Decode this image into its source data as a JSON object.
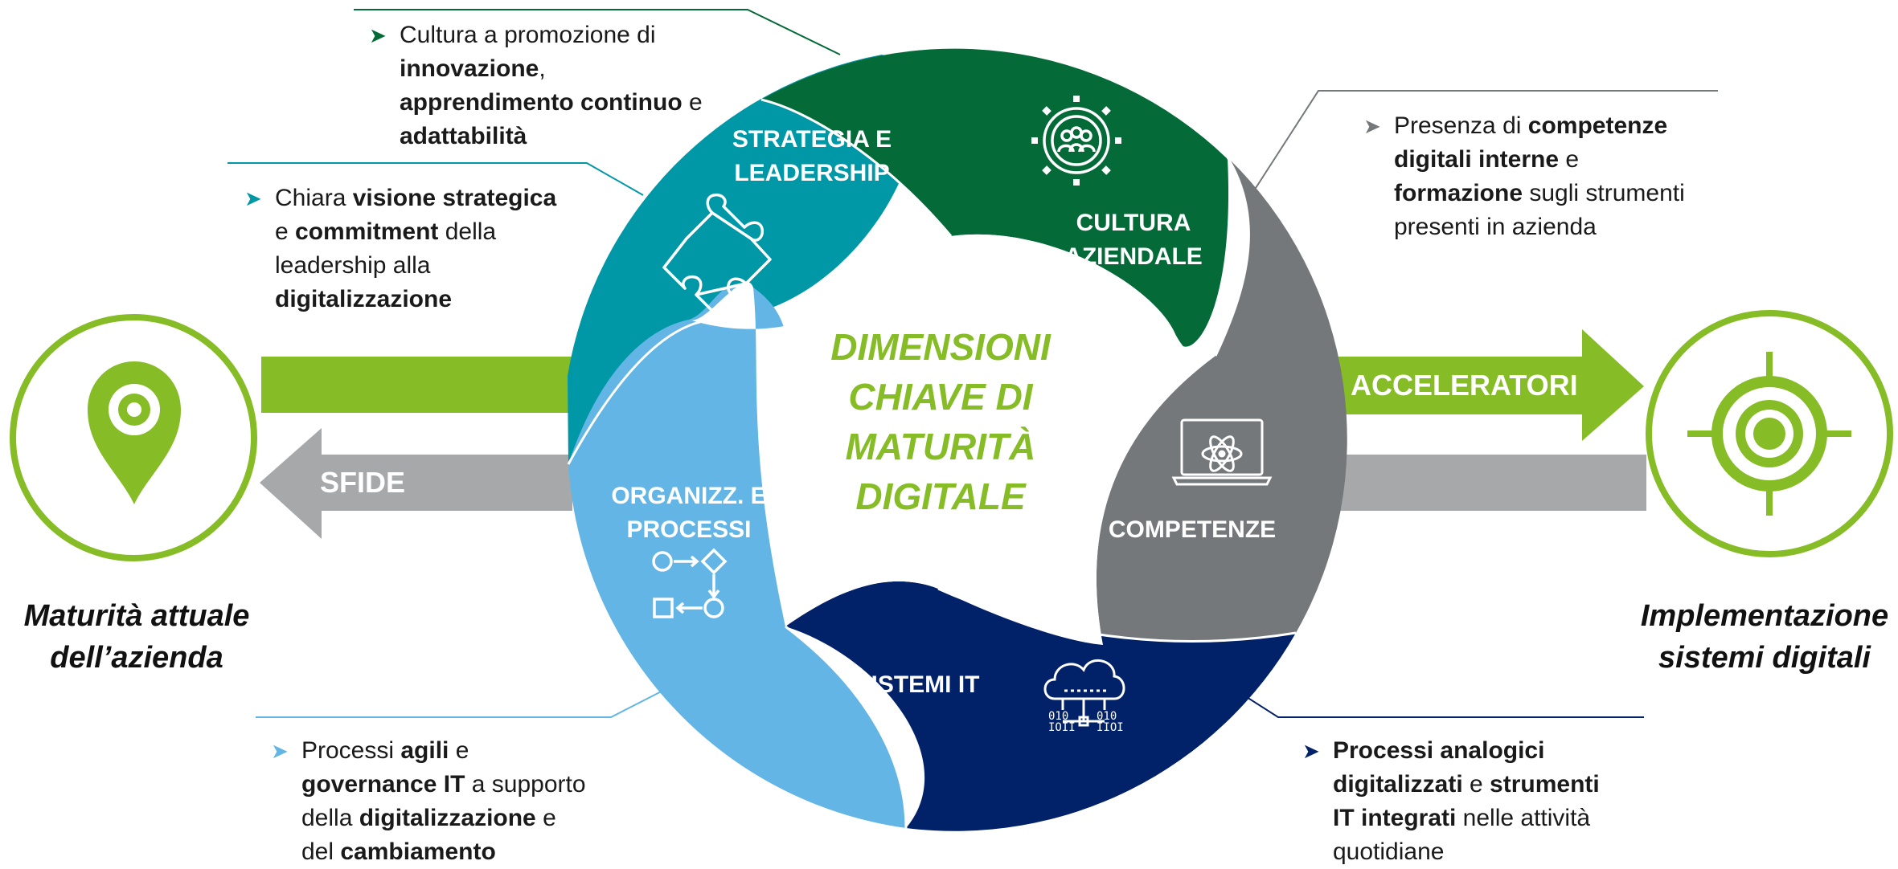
{
  "center": {
    "title_lines": [
      "DIMENSIONI",
      "CHIAVE DI",
      "MATURITÀ",
      "DIGITALE"
    ]
  },
  "segments": {
    "strategia": {
      "label_lines": [
        "STRATEGIA E",
        "LEADERSHIP"
      ],
      "color": "#0097a7",
      "icon": "puzzle-icon"
    },
    "cultura": {
      "label_lines": [
        "CULTURA",
        "AZIENDALE"
      ],
      "color": "#046a38",
      "icon": "team-gear-icon"
    },
    "competenze": {
      "label_lines": [
        "COMPETENZE"
      ],
      "color": "#75787b",
      "icon": "laptop-atom-icon"
    },
    "sistemi": {
      "label_lines": [
        "SISTEMI IT"
      ],
      "color": "#012169",
      "icon": "cloud-network-icon"
    },
    "organizz": {
      "label_lines": [
        "ORGANIZZ. E",
        "PROCESSI"
      ],
      "color": "#62b5e5",
      "icon": "process-flow-icon"
    }
  },
  "notes": {
    "cultura": {
      "bullet_color": "#046a38",
      "parts": [
        [
          "Cultura a promozione di",
          false
        ],
        [
          "\n",
          false
        ],
        [
          "innovazione",
          true
        ],
        [
          ",",
          false
        ],
        [
          "\n",
          false
        ],
        [
          "apprendimento continuo",
          true
        ],
        [
          " e",
          false
        ],
        [
          "\n",
          false
        ],
        [
          "adattabilità",
          true
        ]
      ]
    },
    "strategia": {
      "bullet_color": "#0097a7",
      "parts": [
        [
          "Chiara ",
          false
        ],
        [
          "visione strategica",
          true
        ],
        [
          "\n",
          false
        ],
        [
          "e ",
          false
        ],
        [
          "commitment",
          true
        ],
        [
          " della",
          false
        ],
        [
          "\n",
          false
        ],
        [
          "leadership alla",
          false
        ],
        [
          "\n",
          false
        ],
        [
          "digitalizzazione",
          true
        ]
      ]
    },
    "competenze": {
      "bullet_color": "#75787b",
      "parts": [
        [
          "Presenza di ",
          false
        ],
        [
          "competenze",
          true
        ],
        [
          "\n",
          false
        ],
        [
          "digitali interne",
          true
        ],
        [
          " e",
          false
        ],
        [
          "\n",
          false
        ],
        [
          "formazione",
          true
        ],
        [
          " sugli strumenti",
          false
        ],
        [
          "\n",
          false
        ],
        [
          "presenti in azienda",
          false
        ]
      ]
    },
    "organizz": {
      "bullet_color": "#62b5e5",
      "parts": [
        [
          "Processi ",
          false
        ],
        [
          "agili",
          true
        ],
        [
          " e",
          false
        ],
        [
          "\n",
          false
        ],
        [
          "governance IT",
          true
        ],
        [
          " a supporto",
          false
        ],
        [
          "\n",
          false
        ],
        [
          "della ",
          false
        ],
        [
          "digitalizzazione",
          true
        ],
        [
          " e",
          false
        ],
        [
          "\n",
          false
        ],
        [
          "del ",
          false
        ],
        [
          "cambiamento",
          true
        ]
      ]
    },
    "sistemi": {
      "bullet_color": "#012169",
      "parts": [
        [
          "Processi analogici",
          true
        ],
        [
          "\n",
          false
        ],
        [
          "digitalizzati",
          true
        ],
        [
          " e ",
          false
        ],
        [
          "strumenti",
          true
        ],
        [
          "\n",
          false
        ],
        [
          "IT integrati",
          true
        ],
        [
          " nelle attività",
          false
        ],
        [
          "\n",
          false
        ],
        [
          "quotidiane",
          false
        ]
      ]
    }
  },
  "arrows": {
    "sfide": {
      "label": "SFIDE",
      "color": "#a7a8aa"
    },
    "acceleratori": {
      "label": "ACCELERATORI",
      "color": "#86bc25"
    }
  },
  "sides": {
    "left": {
      "caption_lines": [
        "Maturità attuale",
        "dell’azienda"
      ],
      "icon": "map-pin-icon"
    },
    "right": {
      "caption_lines": [
        "Implementazione",
        "sistemi digitali"
      ],
      "icon": "target-icon"
    }
  },
  "colors": {
    "green": "#86bc25",
    "grey": "#a7a8aa"
  }
}
